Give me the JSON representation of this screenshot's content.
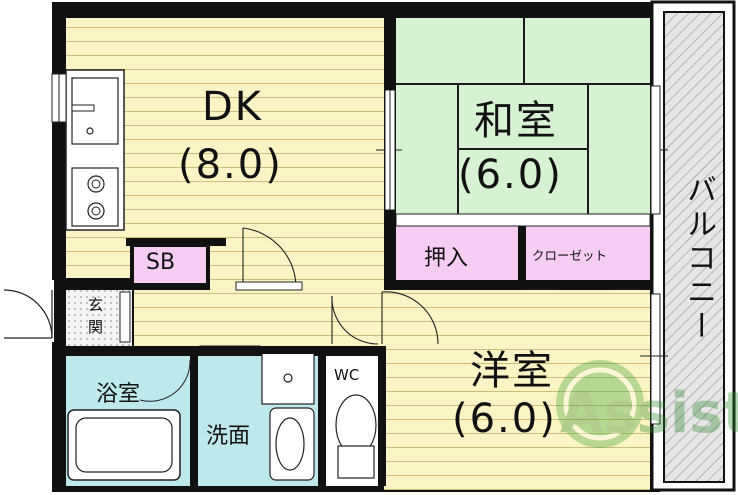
{
  "rooms": {
    "dk": {
      "name": "DK",
      "size": "(8.0)"
    },
    "washitsu": {
      "name": "和室",
      "size": "(6.0)"
    },
    "youshitsu": {
      "name": "洋室",
      "size": "(6.0)"
    },
    "sb": "SB",
    "oshiire": "押入",
    "closet": "クローゼット",
    "genkan_1": "玄",
    "genkan_2": "関",
    "bath": "浴室",
    "washroom": "洗面",
    "wc": "WC",
    "balcony": "バルコニー"
  },
  "watermark": "Assist",
  "colors": {
    "dk_floor": "#fbf4c4",
    "tatami": "#d6f2d2",
    "storage": "#f7cdf4",
    "wet_area": "#bde8ec",
    "wall": "#111111",
    "balcony": "#d8d8d8",
    "watermark": "#3aa33a"
  }
}
